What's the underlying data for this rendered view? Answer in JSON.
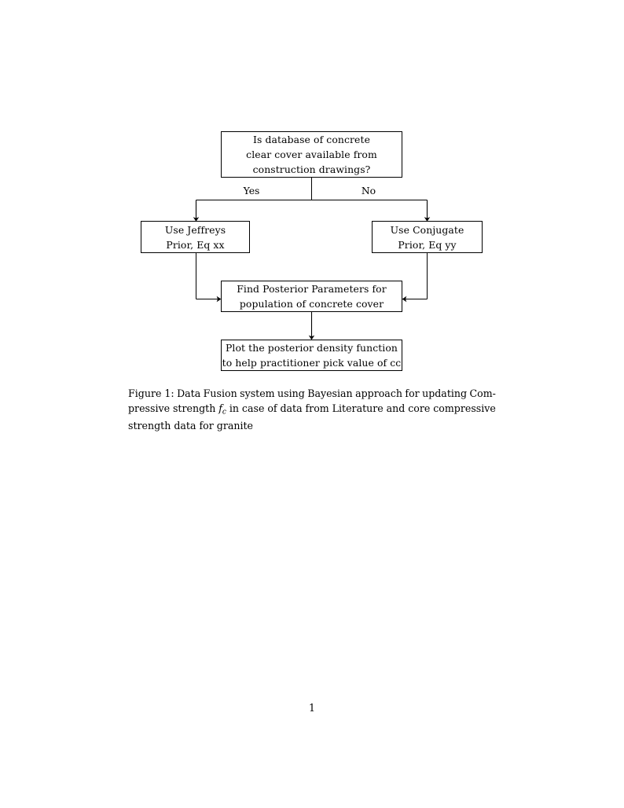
{
  "document": {
    "page_number": "1",
    "background_color": "#ffffff",
    "text_color": "#000000"
  },
  "figure": {
    "nodes": [
      {
        "id": "question",
        "lines": [
          "Is database of concrete",
          "clear cover available from",
          "construction drawings?"
        ]
      },
      {
        "id": "jeffreys",
        "lines": [
          "Use Jeffreys",
          "Prior, Eq xx"
        ]
      },
      {
        "id": "conjugate",
        "lines": [
          "Use Conjugate",
          "Prior, Eq yy"
        ]
      },
      {
        "id": "posterior",
        "lines": [
          "Find Posterior Parameters for",
          "population of concrete cover"
        ]
      },
      {
        "id": "plot",
        "lines": [
          "Plot the posterior density function",
          "to help practitioner pick value of cc"
        ]
      }
    ],
    "edge_labels": {
      "yes": "Yes",
      "no": "No"
    },
    "line_color": "#000000"
  },
  "caption": {
    "label": "Figure 1:",
    "line1_segments": [
      "Data",
      "Fusion",
      "system",
      "using",
      "Bayesian",
      "approach",
      "for",
      "updating",
      "Com-"
    ],
    "line2_segments": [
      "pressive",
      "strength",
      "MATHVAR",
      "in",
      "case",
      "of",
      "data",
      "from",
      "Literature",
      "and",
      "core",
      "compressive"
    ],
    "math_variable": "f",
    "math_subscript": "c",
    "line3": "strength data for granite",
    "full_text": "Figure 1: Data Fusion system using Bayesian approach for updating Compressive strength f_c in case of data from Literature and core compressive strength data for granite"
  }
}
